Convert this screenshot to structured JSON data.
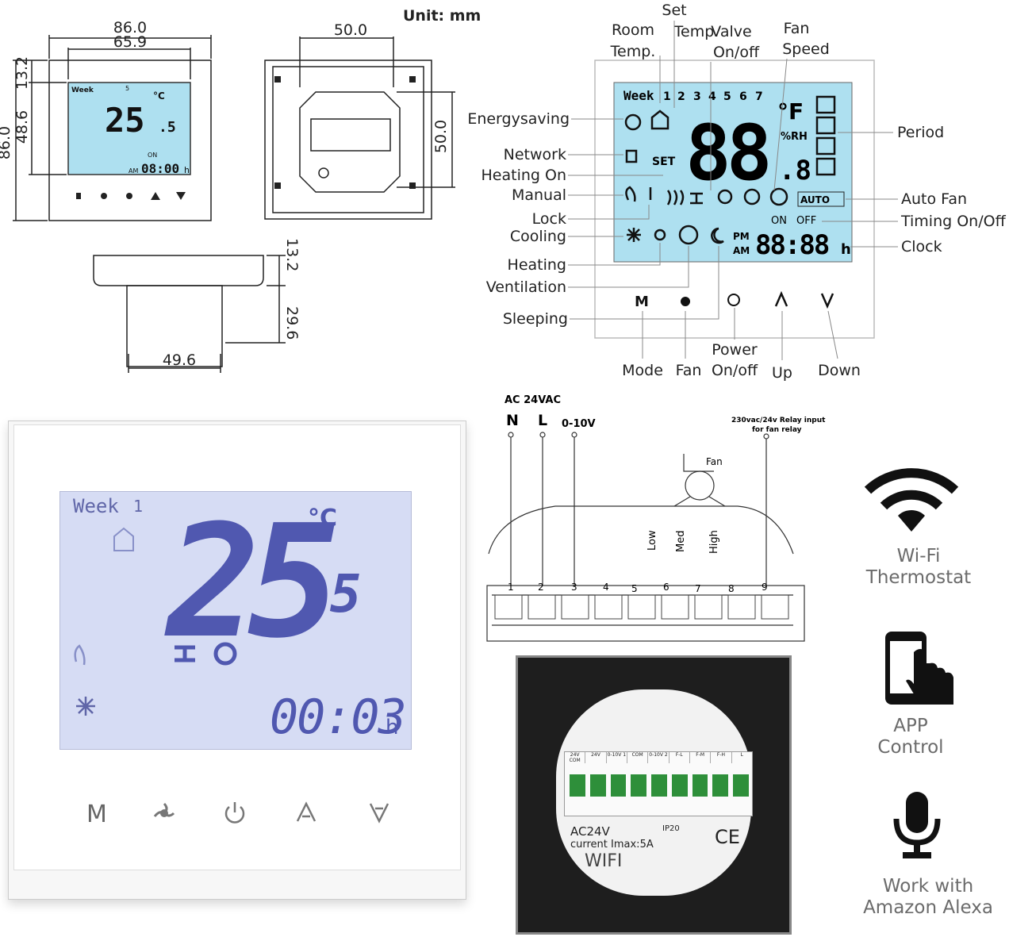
{
  "dimensions": {
    "unit": "Unit: mm",
    "front_width": "86.0",
    "front_inner_width": "65.9",
    "front_height": "86.0",
    "front_top": "13.2",
    "front_lcd_height": "48.6",
    "back_width": "50.0",
    "back_height": "50.0",
    "side_depth_top": "13.2",
    "side_depth": "29.6",
    "side_width": "49.6"
  },
  "front_small_display": {
    "week": "Week",
    "day": "5",
    "temp_int": "25",
    "temp_dec": ".5",
    "unit": "°C",
    "on": "ON",
    "am": "AM",
    "clock": "08:00",
    "h": "h"
  },
  "legend": {
    "title_set": "Set",
    "room": "Room",
    "room2": "Temp.",
    "temp": "Temp.",
    "valve": "Valve",
    "valve2": "On/off",
    "fan": "Fan",
    "fan2": "Speed",
    "week": "Week",
    "days": [
      "1",
      "2",
      "3",
      "4",
      "5",
      "6",
      "7"
    ],
    "unit_f": "°F",
    "rh": "%RH",
    "big": "88",
    "dec": ".8",
    "set": "SET",
    "auto": "AUTO",
    "on": "ON",
    "off": "OFF",
    "pm": "PM",
    "am": "AM",
    "clock": "88:88",
    "h": "h",
    "left_labels": [
      "Energysaving",
      "Network",
      "Heating On",
      "Manual",
      "Lock",
      "Cooling",
      "Heating",
      "Ventilation",
      "Sleeping"
    ],
    "right_labels": [
      "Period",
      "Auto Fan",
      "Timing On/Off",
      "Clock"
    ],
    "buttons": [
      "Mode",
      "Fan",
      "Power",
      "On/off",
      "Up",
      "Down"
    ]
  },
  "device": {
    "week": "Week",
    "day": "1",
    "temp_int": "25",
    "temp_dec": ".5",
    "unit": "°C",
    "clock": "00:03",
    "h": "h"
  },
  "wiring": {
    "supply": "AC 24VAC",
    "n": "N",
    "l": "L",
    "analog": "0-10V",
    "relay": "230vac/24v Relay input",
    "relay2": "for fan relay",
    "fan": "Fan",
    "speeds": [
      "Low",
      "Med",
      "High"
    ],
    "terminals": [
      "1",
      "2",
      "3",
      "4",
      "5",
      "6",
      "7",
      "8",
      "9"
    ]
  },
  "backplate": {
    "terminal_labels": [
      "24V COM",
      "24V",
      "0-10V 1",
      "COM",
      "0-10V 2",
      "F-L",
      "F-M",
      "F-H",
      "L"
    ],
    "spec1": "AC24V",
    "spec2": "current Imax:5A",
    "ip": "IP20",
    "wifi": "WIFI",
    "ce": "CE"
  },
  "features": [
    {
      "line1": "Wi-Fi",
      "line2": "Thermostat",
      "icon": "wifi-icon"
    },
    {
      "line1": "APP",
      "line2": "Control",
      "icon": "phone-touch-icon"
    },
    {
      "line1": "Work with",
      "line2": "Amazon Alexa",
      "icon": "microphone-icon"
    }
  ]
}
